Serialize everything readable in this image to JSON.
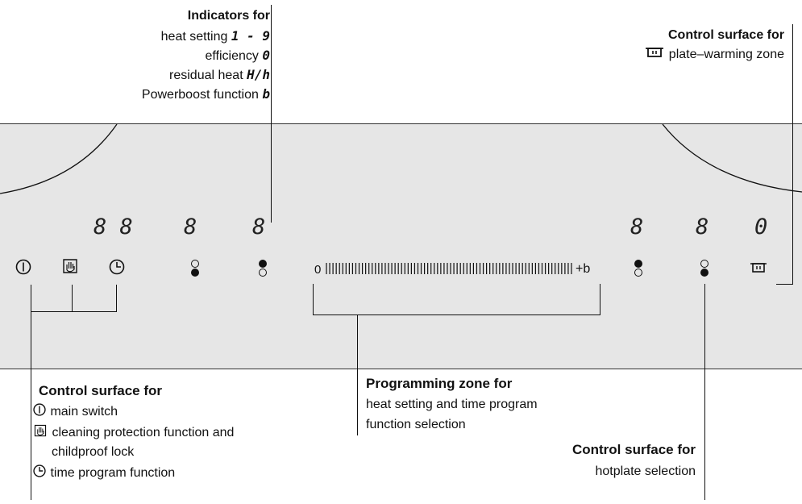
{
  "top_left": {
    "heading": "Indicators for",
    "line1": "heat setting",
    "line1_symbol": "1 - 9",
    "line2": "efficiency",
    "line2_symbol": "0",
    "line3": "residual heat",
    "line3_symbol": "H/h",
    "line4": "Powerboost function",
    "line4_symbol": "b"
  },
  "top_right": {
    "heading": "Control surface for",
    "line1": "plate–warming zone",
    "icon": "plate-warming-icon"
  },
  "panel": {
    "left_display": "8 8",
    "display_a": "8",
    "display_b": "8",
    "display_c": "8",
    "display_d": "8",
    "display_e": "0",
    "slider_start": "0",
    "slider_end": "+b",
    "icons": [
      "power-icon",
      "cleaning-hand-icon",
      "timer-clock-icon",
      "plate-warming-icon"
    ]
  },
  "bottom_left": {
    "heading": "Control surface for",
    "item1": "main switch",
    "item2a": "cleaning protection function and",
    "item2b": "childproof lock",
    "item3": "time program function"
  },
  "bottom_mid": {
    "heading": "Programming zone for",
    "line1": "heat setting and time program",
    "line2": "function selection"
  },
  "bottom_right": {
    "heading": "Control surface for",
    "line1": "hotplate selection"
  }
}
